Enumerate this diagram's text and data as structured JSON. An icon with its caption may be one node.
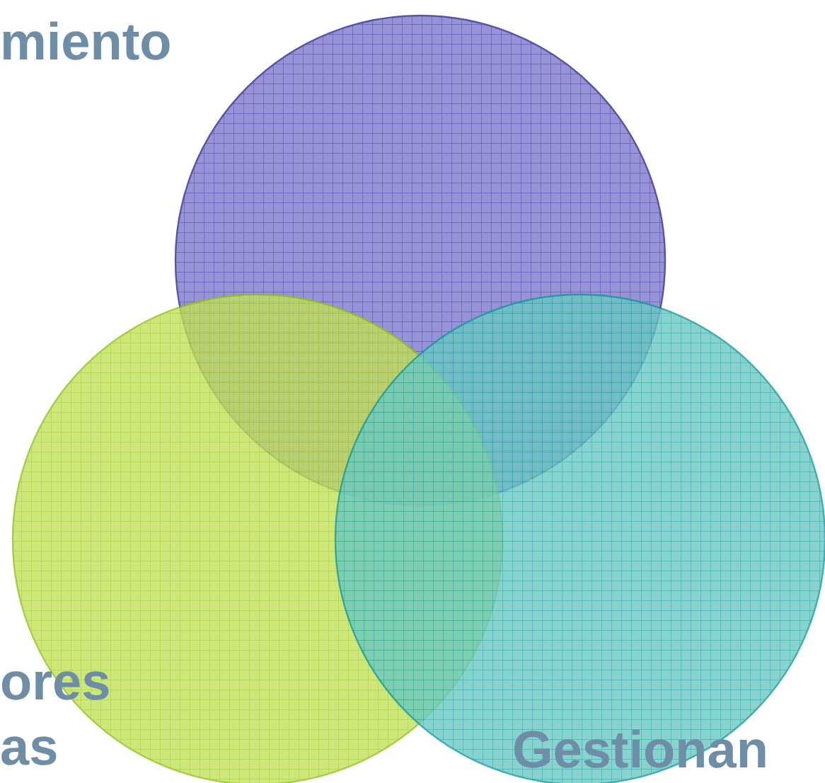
{
  "diagram": {
    "nodes": [
      {
        "text": [],
        "shape": "circle"
      },
      {
        "text": [],
        "shape": "circle"
      },
      {
        "text": [],
        "shape": "circle"
      }
    ],
    "labels": [
      "miento",
      "ores",
      "as",
      "Gestionan"
    ]
  }
}
